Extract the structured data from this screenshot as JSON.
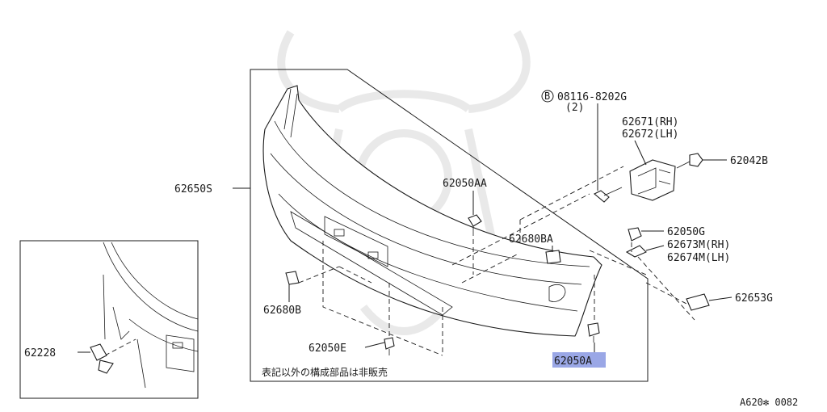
{
  "diagram": {
    "labels": {
      "assembly": "62650S",
      "bolt_ref": "08116-8202G",
      "bolt_marker": "B",
      "bolt_qty": "(2)",
      "bracket_rh": "62671(RH)",
      "bracket_lh": "62672(LH)",
      "nut": "62042B",
      "clip_aa": "62050AA",
      "retainer_ba": "62680BA",
      "clip_g": "62050G",
      "bracket_m_rh": "62673M(RH)",
      "bracket_m_lh": "62674M(LH)",
      "cover": "62653G",
      "retainer_b": "62680B",
      "clip_e": "62050E",
      "clip_a": "62050A",
      "inset_bracket": "62228"
    },
    "note": "表記以外の構成部品は非販売",
    "figure_code": "A620✻ 0082",
    "highlight_color": "#9aa7e6"
  }
}
